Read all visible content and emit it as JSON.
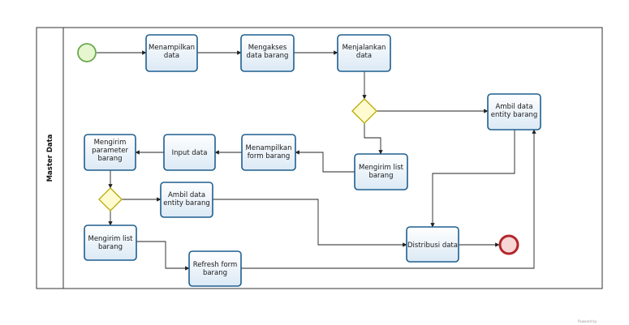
{
  "lane": {
    "title": "Master Data"
  },
  "tasks": {
    "menampilkan_data": [
      "Menampilkan",
      "data"
    ],
    "mengakses_data_barang": [
      "Mengakses",
      "data barang"
    ],
    "menjalankan_data": [
      "Menjalankan",
      "data"
    ],
    "ambil_data_entity_1": [
      "Ambil data",
      "entity barang"
    ],
    "mengirim_list_1": [
      "Mengirim list",
      "barang"
    ],
    "menampilkan_form": [
      "Menampilkan",
      "form barang"
    ],
    "input_data": [
      "Input data"
    ],
    "mengirim_parameter": [
      "Mengirim",
      "parameter",
      "barang"
    ],
    "ambil_data_entity_2": [
      "Ambil data",
      "entity barang"
    ],
    "mengirim_list_2": [
      "Mengirim list",
      "barang"
    ],
    "distribusi_data": [
      "Distribusi data"
    ],
    "refresh_form": [
      "Refresh form",
      "barang"
    ]
  },
  "footer": {
    "mark": "Powered by"
  },
  "colors": {
    "task_border": "#1f5f8f",
    "task_fill_top": "#ffffff",
    "task_fill_bottom": "#dbe9f5",
    "start_fill": "#e6f6cf",
    "start_stroke": "#6aa84f",
    "end_fill": "#f7d6d6",
    "end_stroke": "#b3262b",
    "gateway_fill": "#fffbd0",
    "gateway_stroke": "#b8a900"
  }
}
